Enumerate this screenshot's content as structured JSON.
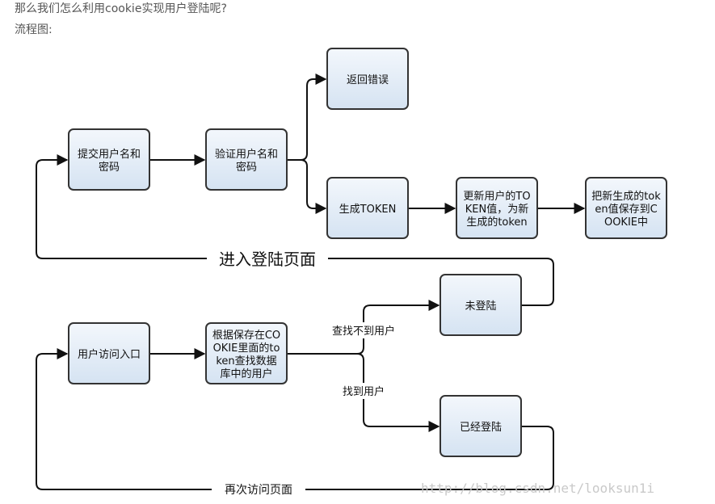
{
  "header": {
    "question": "那么我们怎么利用cookie实现用户登陆呢?",
    "flow_label": "流程图:"
  },
  "nodes": {
    "submit": [
      "提交用户名和",
      "密码"
    ],
    "verify": [
      "验证用户名和",
      "密码"
    ],
    "error": [
      "返回错误"
    ],
    "gen_token": [
      "生成TOKEN"
    ],
    "update_token": [
      "更新用户的TO",
      "KEN值，为新",
      "生成的token"
    ],
    "save_cookie": [
      "把新生成的tok",
      "en值保存到C",
      "OOKIE中"
    ],
    "entry": [
      "用户访问入口"
    ],
    "lookup": [
      "根据保存在CO",
      "OKIE里面的to",
      "ken查找数据",
      "库中的用户"
    ],
    "not_logged": [
      "未登陆"
    ],
    "logged": [
      "已经登陆"
    ]
  },
  "edge_labels": {
    "enter_login": "进入登陆页面",
    "not_found": "查找不到用户",
    "found": "找到用户",
    "revisit": "再次访问页面"
  },
  "watermark": "http://blog.csdn.net/looksun1i"
}
